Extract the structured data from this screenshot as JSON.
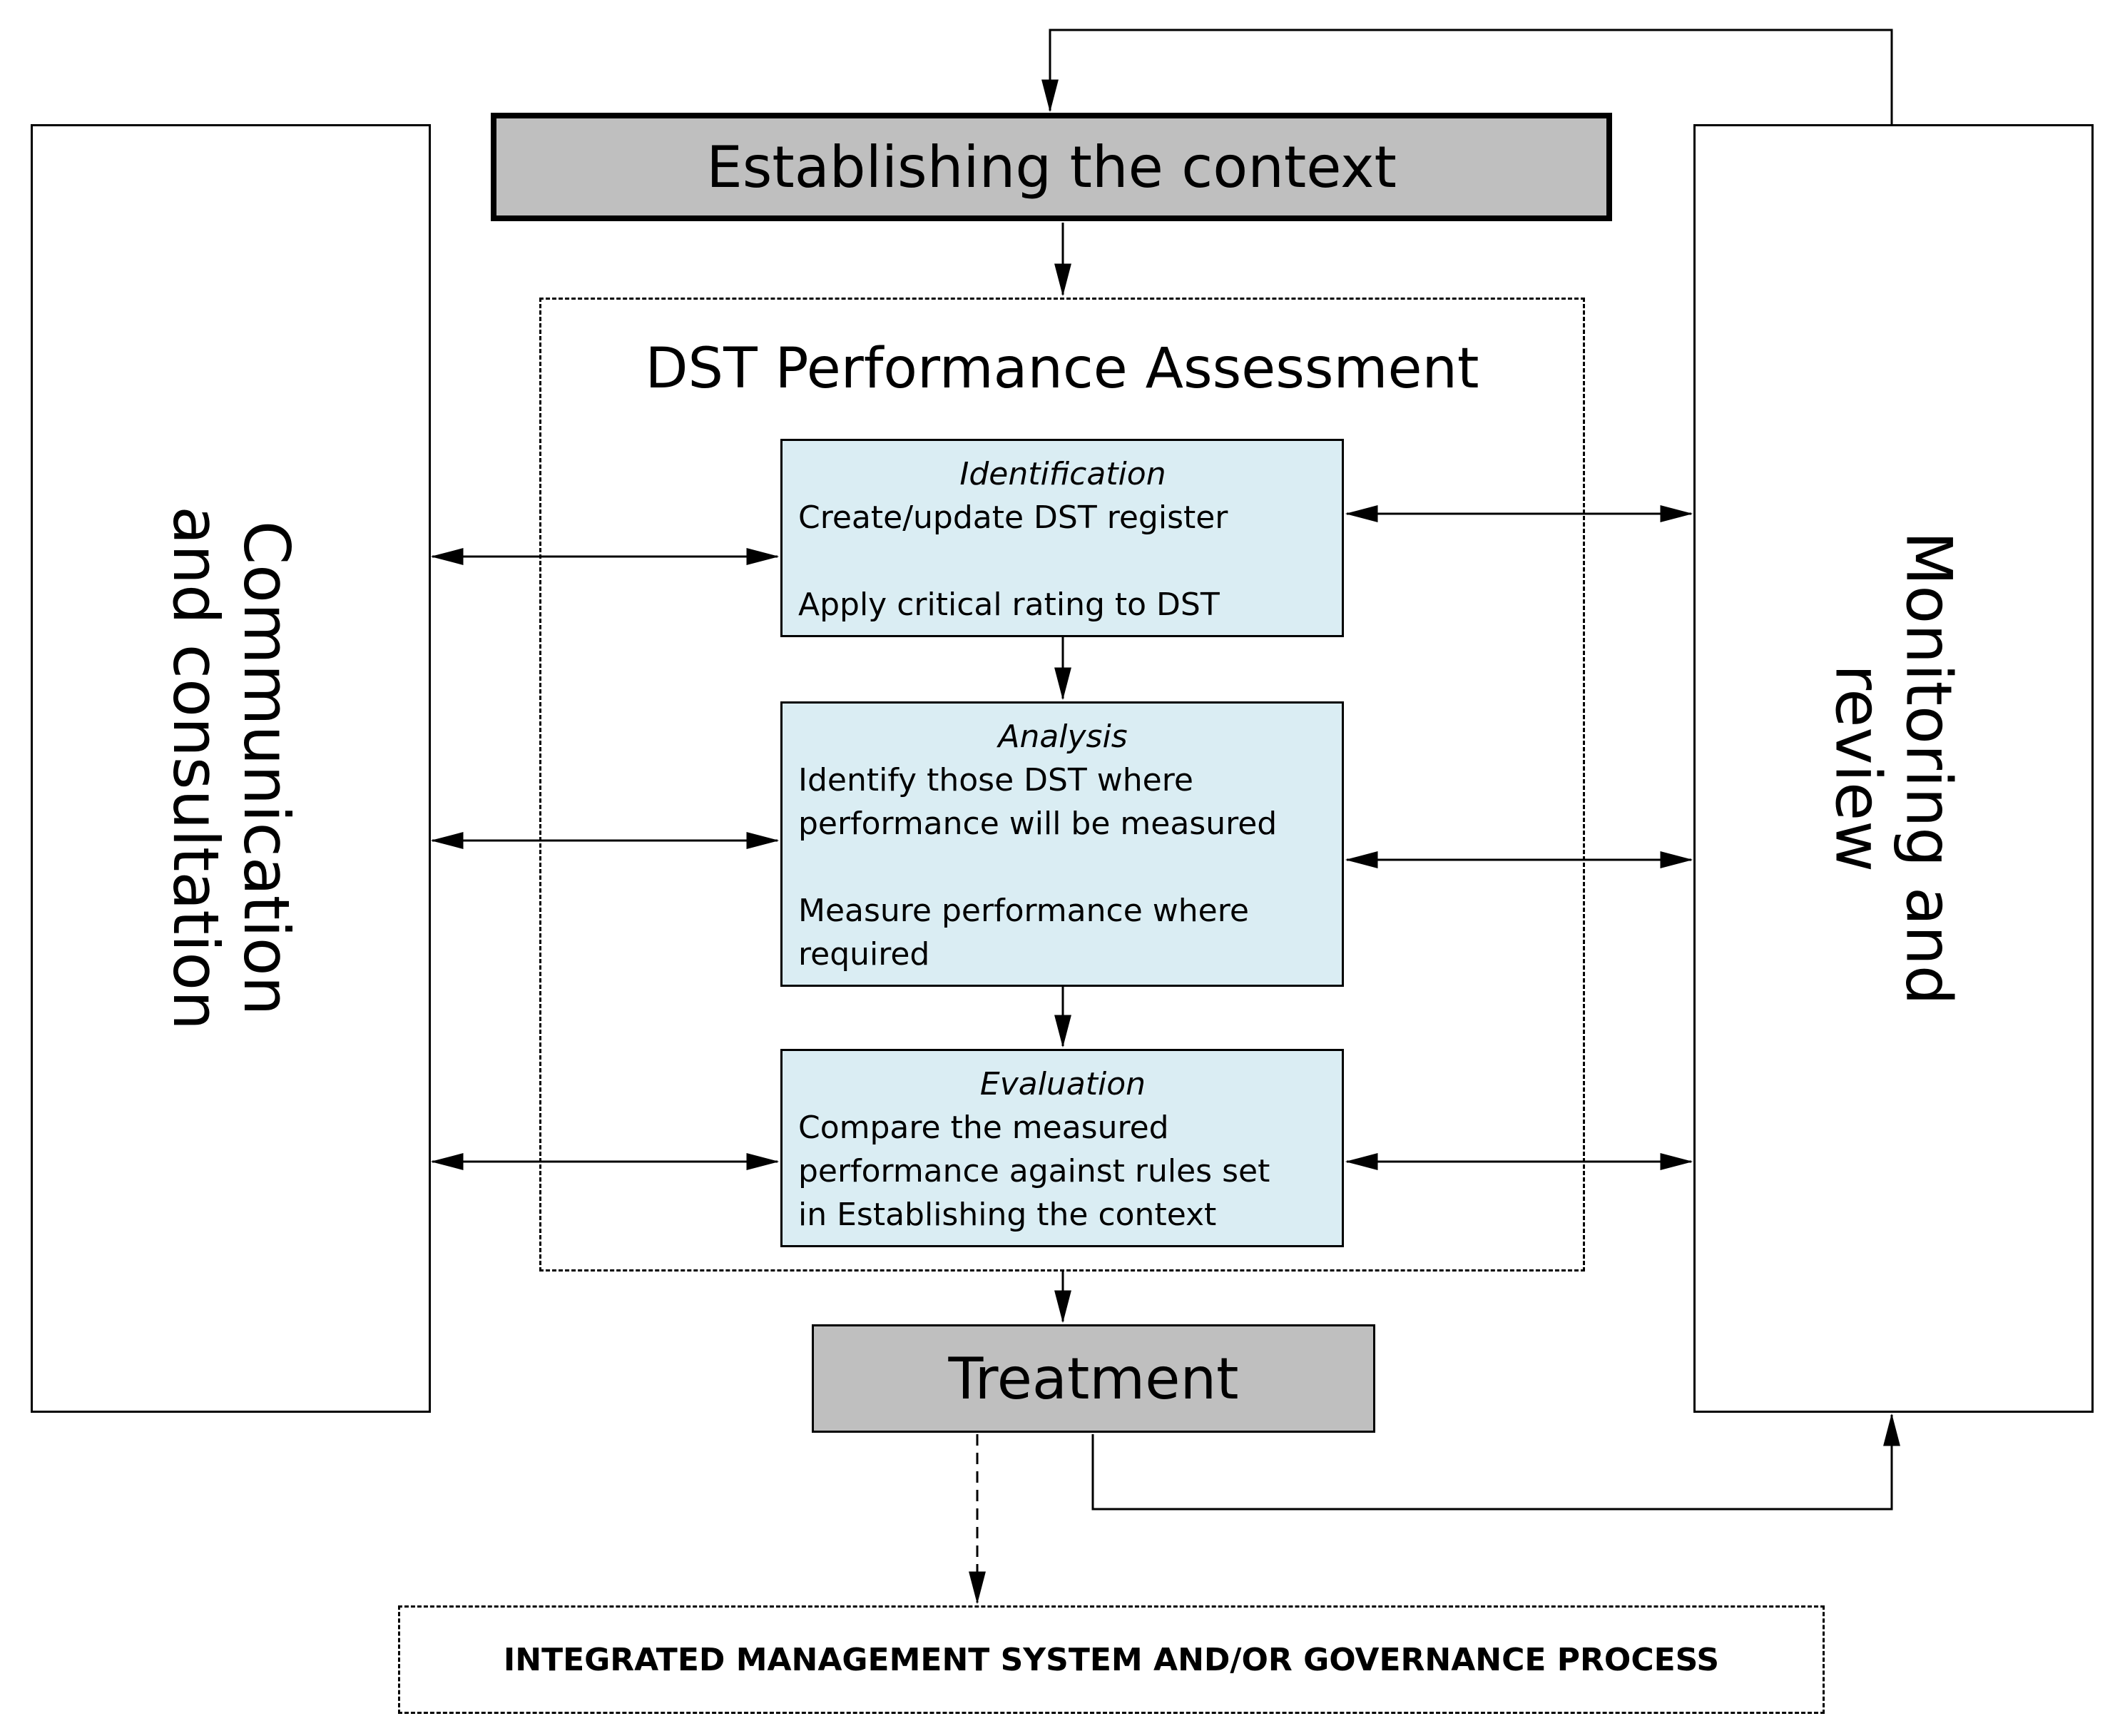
{
  "side_left": {
    "line1": "Communication",
    "line2": "and consultation"
  },
  "side_right": {
    "line1": "Monitoring and",
    "line2": "review"
  },
  "context_box": "Establishing the context",
  "assessment": {
    "title": "DST Performance Assessment",
    "steps": [
      {
        "title": "Identification",
        "lines": [
          "Create/update DST register",
          "",
          "Apply critical rating to DST"
        ]
      },
      {
        "title": "Analysis",
        "lines": [
          "Identify those DST where",
          "performance will be measured",
          "",
          "Measure performance where",
          "required"
        ]
      },
      {
        "title": "Evaluation",
        "lines": [
          "Compare the measured",
          "performance against rules set",
          "in Establishing the context"
        ]
      }
    ]
  },
  "treatment_box": "Treatment",
  "governance_box": "INTEGRATED MANAGEMENT SYSTEM AND/OR GOVERNANCE PROCESS"
}
